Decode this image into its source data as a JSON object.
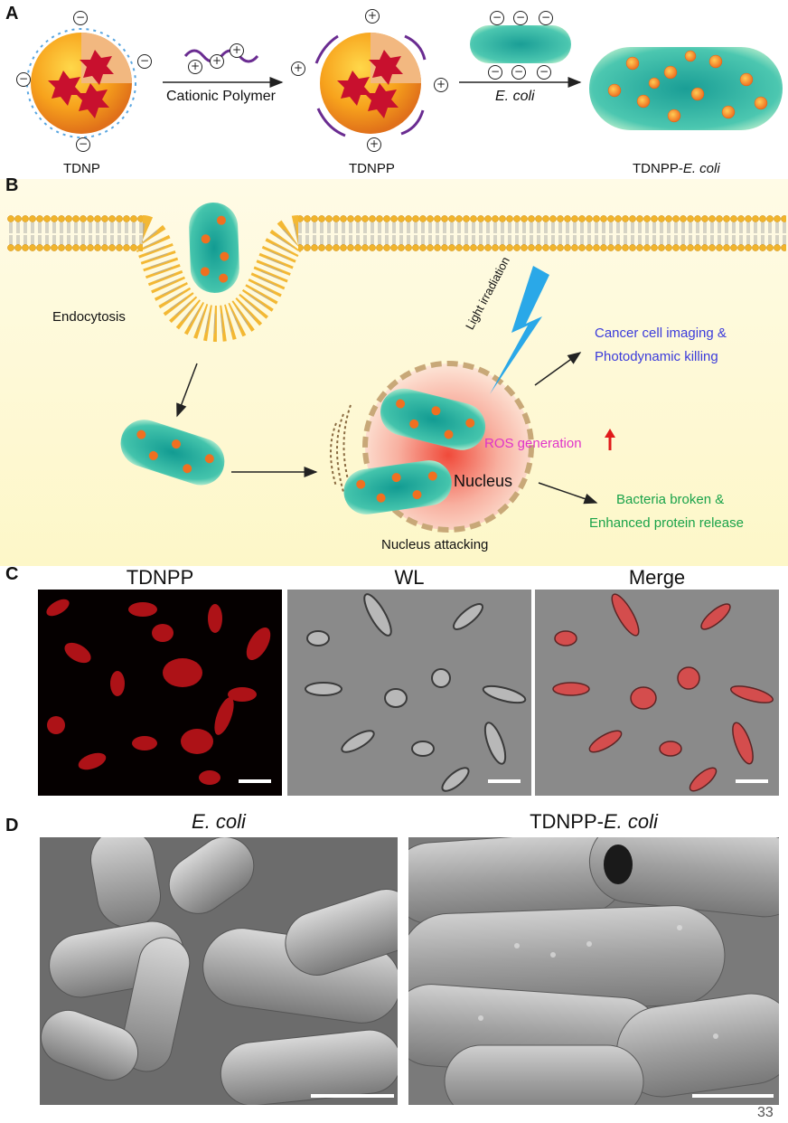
{
  "panels": {
    "a": {
      "letter": "A",
      "arrow1_label": "Cationic Polymer",
      "arrow2_label": "E. coli",
      "labels": {
        "tdnp": "TDNP",
        "tdnpp": "TDNPP",
        "tdnpp_ecoli_prefix": "TDNPP-",
        "tdnpp_ecoli_italic": "E. coli"
      }
    },
    "b": {
      "letter": "B",
      "endocytosis": "Endocytosis",
      "light": "Light irradiation",
      "ros": "ROS generation",
      "nucleus": "Nucleus",
      "nucleus_attacking": "Nucleus attacking",
      "outcome1_line1": "Cancer cell imaging &",
      "outcome1_line2": "Photodynamic killing",
      "outcome2_line1": "Bacteria broken &",
      "outcome2_line2": "Enhanced protein release",
      "colors": {
        "outcome1": "#3b3bdb",
        "outcome2": "#1aa34a",
        "ros": "#e033c9",
        "arrow_up": "#e01a1a"
      }
    },
    "c": {
      "letter": "C",
      "titles": [
        "TDNPP",
        "WL",
        "Merge"
      ]
    },
    "d": {
      "letter": "D",
      "title_left": "E. coli",
      "title_right_prefix": "TDNPP-",
      "title_right_italic": "E. coli"
    }
  },
  "page_number": "33"
}
